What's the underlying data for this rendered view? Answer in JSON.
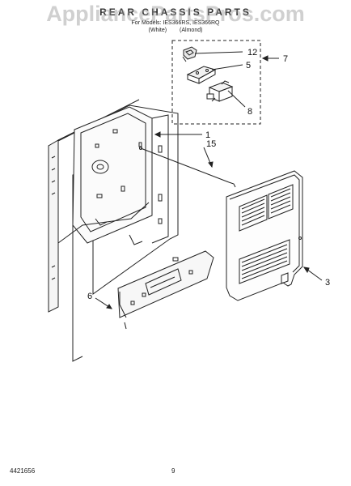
{
  "header": {
    "title": "REAR CHASSIS PARTS",
    "subtitle": "For Models: IES366RS, IES366RQ",
    "color_white": "(White)",
    "color_almond": "(Almond)"
  },
  "watermark": "AppliancePartsPros.com",
  "callouts": {
    "c1": "1",
    "c3": "3",
    "c5": "5",
    "c6": "6",
    "c7": "7",
    "c8": "8",
    "c12": "12",
    "c15": "15"
  },
  "footer": {
    "doc_number": "4421656",
    "page_number": "9"
  }
}
